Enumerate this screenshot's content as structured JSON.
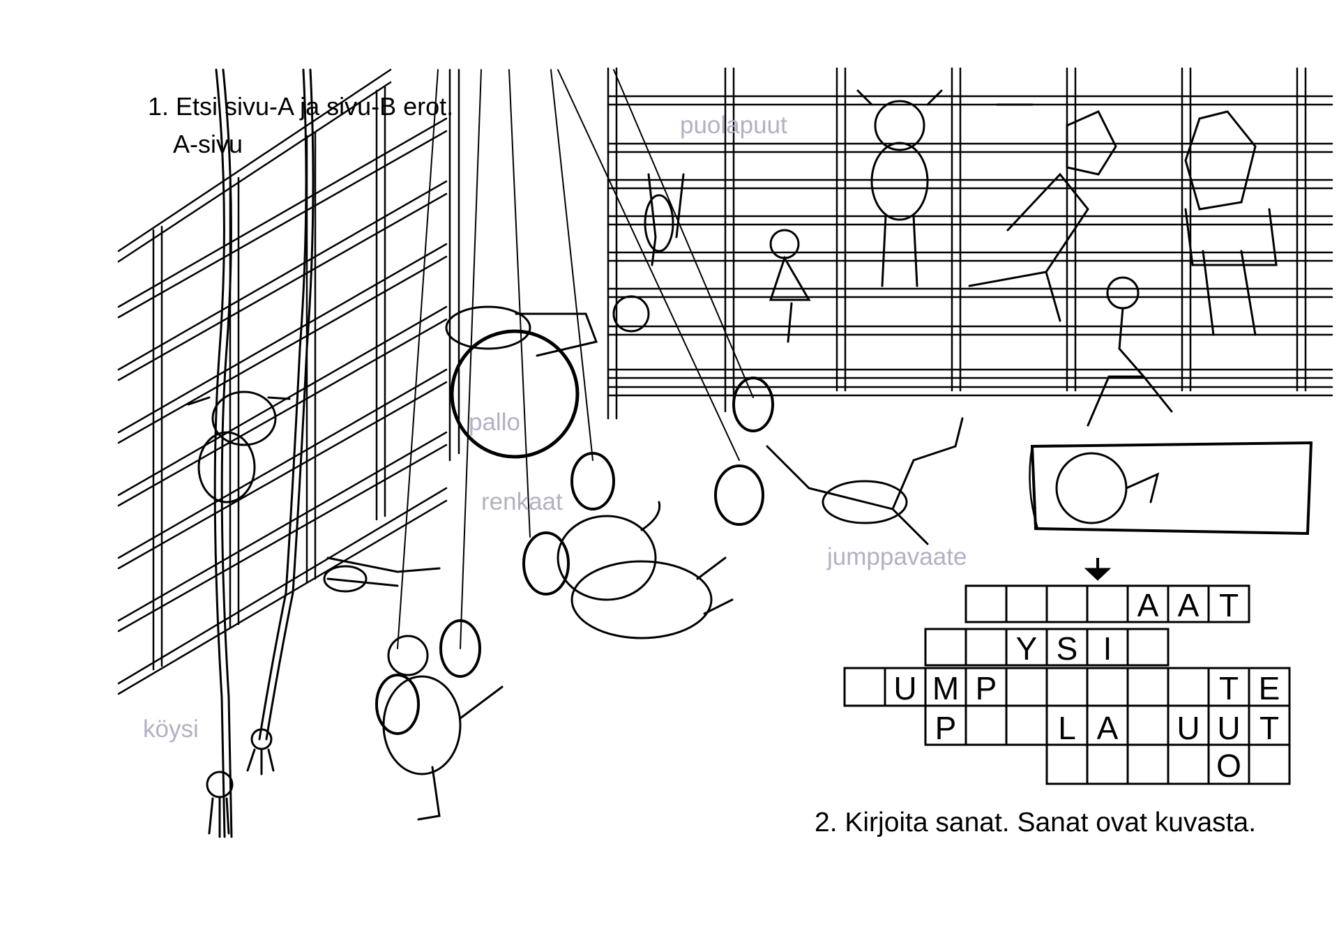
{
  "instructions": {
    "task1": "1. Etsi sivu-A ja sivu-B erot.",
    "page_label": "A-sivu",
    "task2": "2. Kirjoita sanat. Sanat ovat kuvasta."
  },
  "labels": {
    "puolapuut": "puolapuut",
    "pallo": "pallo",
    "renkaat": "renkaat",
    "jumppavaate": "jumppavaate",
    "koysi": "köysi"
  },
  "crossword": {
    "rows": [
      [
        "",
        "",
        "",
        "",
        "A",
        "A",
        "T"
      ],
      [
        "",
        "",
        "Y",
        "S",
        "I",
        ""
      ],
      [
        "",
        "U",
        "M",
        "P",
        "",
        "",
        "",
        "",
        "T",
        "E"
      ],
      [
        "P",
        "",
        "",
        "L",
        "A",
        "",
        "U",
        "U",
        "T"
      ],
      [
        "",
        "",
        "",
        "",
        "",
        "O"
      ]
    ]
  },
  "colors": {
    "label_gray": "#b1b1c4",
    "ink": "#000000"
  },
  "icons": {
    "arrow": "arrow-down-icon"
  }
}
